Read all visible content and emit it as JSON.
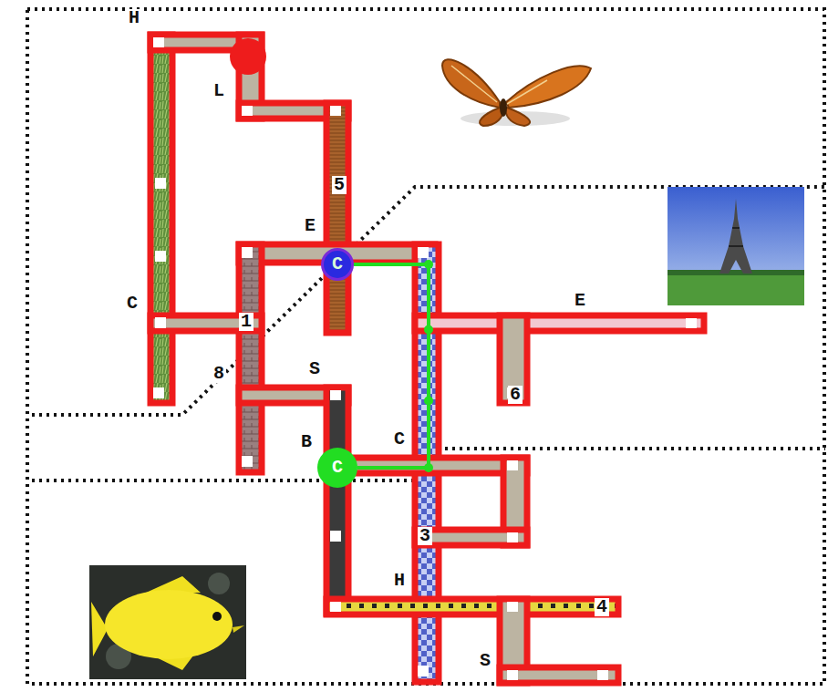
{
  "diagram": {
    "nodes": [
      {
        "text": [
          "C"
        ]
      },
      {
        "text": [
          "C"
        ]
      }
    ],
    "edges": [
      {
        "from": 0,
        "to": 1,
        "arrow": "none"
      }
    ],
    "labels": [
      "H",
      "L",
      "5",
      "E",
      "E",
      "C",
      "1",
      "8",
      "S",
      "6",
      "C",
      "B",
      "3",
      "H",
      "4",
      "S"
    ]
  }
}
